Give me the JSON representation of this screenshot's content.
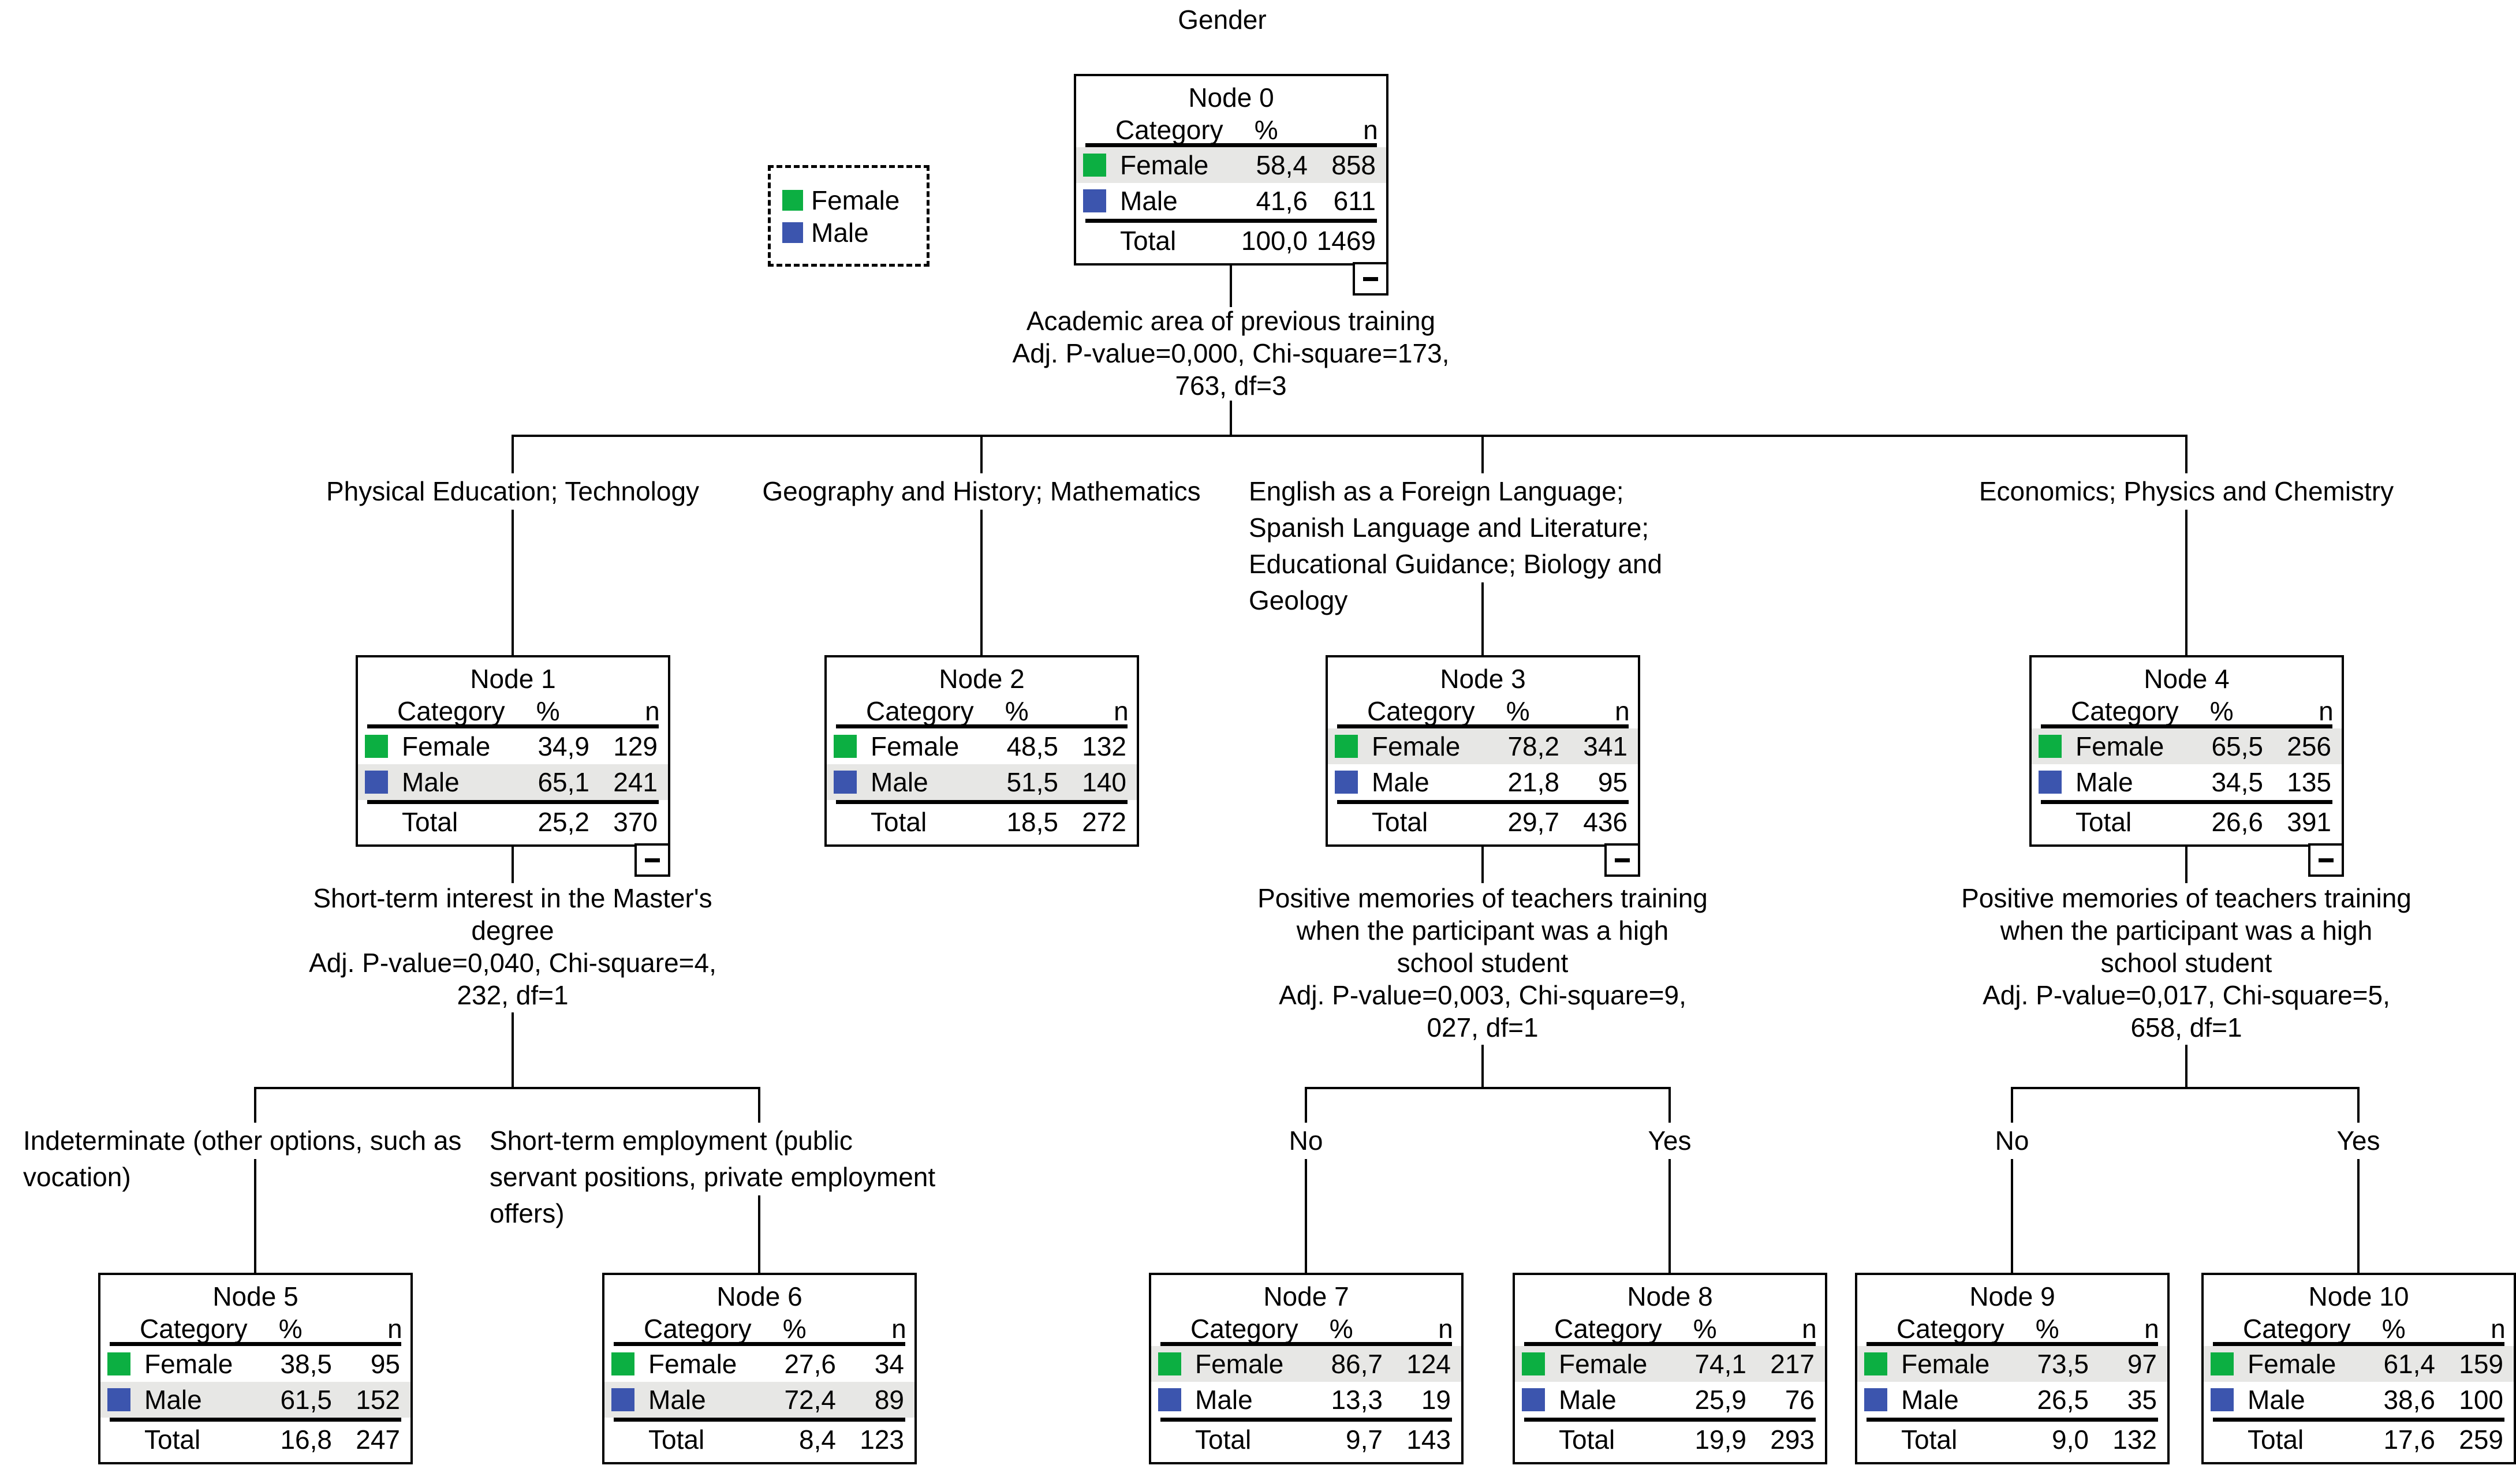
{
  "title": "Gender",
  "legend": {
    "items": [
      {
        "label": "Female"
      },
      {
        "label": "Male"
      }
    ]
  },
  "table_headers": {
    "category": "Category",
    "percent": "%",
    "n": "n",
    "total": "Total"
  },
  "colors": {
    "female_swatch": "#0caf42",
    "male_swatch": "#3c55ae",
    "highlight_row": "#e7e7e5",
    "line": "#000000"
  },
  "splits": {
    "root": [
      "Academic area of previous training",
      "Adj. P-value=0,000, Chi-square=173,",
      "763, df=3"
    ],
    "node1": [
      "Short-term interest in the Master's",
      "degree",
      "Adj. P-value=0,040, Chi-square=4,",
      "232, df=1"
    ],
    "node3": [
      "Positive memories of teachers training",
      "when the participant was a high",
      "school student",
      "Adj. P-value=0,003, Chi-square=9,",
      "027, df=1"
    ],
    "node4": [
      "Positive memories of teachers training",
      "when the participant was a high",
      "school student",
      "Adj. P-value=0,017, Chi-square=5,",
      "658, df=1"
    ]
  },
  "branch_labels": {
    "node1": [
      "Physical Education; Technology"
    ],
    "node2": [
      "Geography and History; Mathematics"
    ],
    "node3": [
      "English as a Foreign Language;",
      "Spanish Language and Literature;",
      "Educational Guidance; Biology and",
      "Geology"
    ],
    "node4": [
      "Economics; Physics and Chemistry"
    ],
    "node5": [
      "Indeterminate (other options, such as",
      "vocation)"
    ],
    "node6": [
      "Short-term employment (public",
      "servant positions, private employment",
      "offers)"
    ],
    "node7": [
      "No"
    ],
    "node8": [
      "Yes"
    ],
    "node9": [
      "No"
    ],
    "node10": [
      "Yes"
    ]
  },
  "nodes": [
    {
      "title": "Node 0",
      "majority": "Female",
      "has_children": true,
      "rows": {
        "female": {
          "pct": "58,4",
          "n": "858"
        },
        "male": {
          "pct": "41,6",
          "n": "611"
        },
        "total": {
          "pct": "100,0",
          "n": "1469"
        }
      }
    },
    {
      "title": "Node 1",
      "majority": "Male",
      "has_children": true,
      "rows": {
        "female": {
          "pct": "34,9",
          "n": "129"
        },
        "male": {
          "pct": "65,1",
          "n": "241"
        },
        "total": {
          "pct": "25,2",
          "n": "370"
        }
      }
    },
    {
      "title": "Node 2",
      "majority": "Male",
      "has_children": false,
      "rows": {
        "female": {
          "pct": "48,5",
          "n": "132"
        },
        "male": {
          "pct": "51,5",
          "n": "140"
        },
        "total": {
          "pct": "18,5",
          "n": "272"
        }
      }
    },
    {
      "title": "Node 3",
      "majority": "Female",
      "has_children": true,
      "rows": {
        "female": {
          "pct": "78,2",
          "n": "341"
        },
        "male": {
          "pct": "21,8",
          "n": "95"
        },
        "total": {
          "pct": "29,7",
          "n": "436"
        }
      }
    },
    {
      "title": "Node 4",
      "majority": "Female",
      "has_children": true,
      "rows": {
        "female": {
          "pct": "65,5",
          "n": "256"
        },
        "male": {
          "pct": "34,5",
          "n": "135"
        },
        "total": {
          "pct": "26,6",
          "n": "391"
        }
      }
    },
    {
      "title": "Node 5",
      "majority": "Male",
      "has_children": false,
      "rows": {
        "female": {
          "pct": "38,5",
          "n": "95"
        },
        "male": {
          "pct": "61,5",
          "n": "152"
        },
        "total": {
          "pct": "16,8",
          "n": "247"
        }
      }
    },
    {
      "title": "Node 6",
      "majority": "Male",
      "has_children": false,
      "rows": {
        "female": {
          "pct": "27,6",
          "n": "34"
        },
        "male": {
          "pct": "72,4",
          "n": "89"
        },
        "total": {
          "pct": "8,4",
          "n": "123"
        }
      }
    },
    {
      "title": "Node 7",
      "majority": "Female",
      "has_children": false,
      "rows": {
        "female": {
          "pct": "86,7",
          "n": "124"
        },
        "male": {
          "pct": "13,3",
          "n": "19"
        },
        "total": {
          "pct": "9,7",
          "n": "143"
        }
      }
    },
    {
      "title": "Node 8",
      "majority": "Female",
      "has_children": false,
      "rows": {
        "female": {
          "pct": "74,1",
          "n": "217"
        },
        "male": {
          "pct": "25,9",
          "n": "76"
        },
        "total": {
          "pct": "19,9",
          "n": "293"
        }
      }
    },
    {
      "title": "Node 9",
      "majority": "Female",
      "has_children": false,
      "rows": {
        "female": {
          "pct": "73,5",
          "n": "97"
        },
        "male": {
          "pct": "26,5",
          "n": "35"
        },
        "total": {
          "pct": "9,0",
          "n": "132"
        }
      }
    },
    {
      "title": "Node 10",
      "majority": "Female",
      "has_children": false,
      "rows": {
        "female": {
          "pct": "61,4",
          "n": "159"
        },
        "male": {
          "pct": "38,6",
          "n": "100"
        },
        "total": {
          "pct": "17,6",
          "n": "259"
        }
      }
    }
  ]
}
